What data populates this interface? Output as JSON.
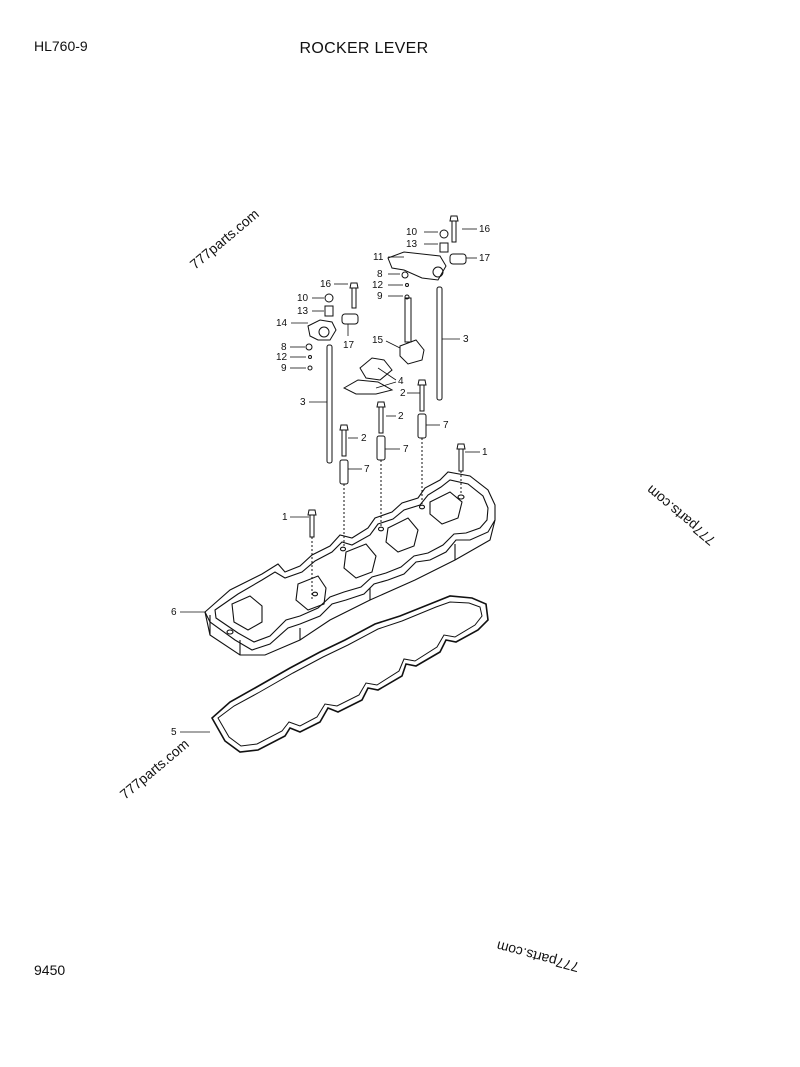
{
  "header": {
    "model": "HL760-9",
    "title": "ROCKER LEVER"
  },
  "footer": {
    "page_number": "9450"
  },
  "watermark": "777parts.com",
  "callouts": {
    "c16a": "16",
    "c13a": "13",
    "c10a": "10",
    "c11": "11",
    "c17a": "17",
    "c8a": "8",
    "c12a": "12",
    "c9a": "9",
    "c16b": "16",
    "c10b": "10",
    "c13b": "13",
    "c14": "14",
    "c17b": "17",
    "c8b": "8",
    "c12b": "12",
    "c9b": "9",
    "c15": "15",
    "c3a": "3",
    "c4": "4",
    "c3b": "3",
    "c2a": "2",
    "c2b": "2",
    "c2c": "2",
    "c7a": "7",
    "c7b": "7",
    "c7c": "7",
    "c1a": "1",
    "c1b": "1",
    "c6": "6",
    "c5": "5"
  }
}
